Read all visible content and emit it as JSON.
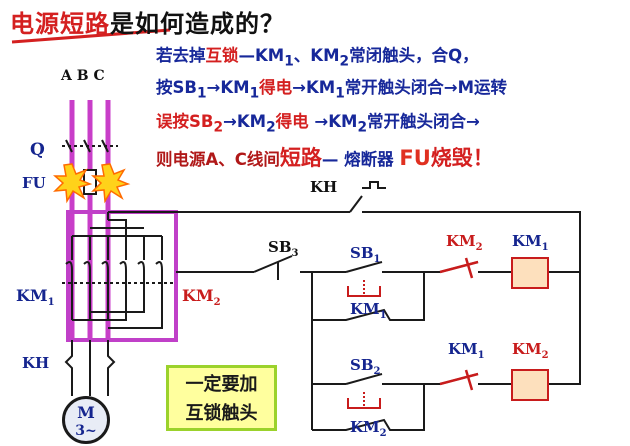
{
  "title": {
    "part1": "电源短路",
    "part2": "是如何造成的？"
  },
  "description": {
    "line1": {
      "a": "若去掉",
      "b": "互锁",
      "c": "—KM",
      "c_sub": "1",
      "d": "、KM",
      "d_sub": "2",
      "e": "常闭触头，合Q，"
    },
    "line2": {
      "a": "按SB",
      "a_sub": "1",
      "b": "→KM",
      "b_sub": "1",
      "c": "得电",
      "d": "→KM",
      "d_sub": "1",
      "e": "常开触头闭合→M运转"
    },
    "line3": {
      "a": "误按SB",
      "a_sub": "2",
      "b": "→KM",
      "b_sub": "2",
      "c": "得电",
      "d": " →KM",
      "d_sub": "2",
      "e": "常开触头闭合→"
    },
    "line4": {
      "a": "则电源A、C线间",
      "b": "短路",
      "c": "— 熔断器 ",
      "d": "FU",
      "e": "烧毁！"
    }
  },
  "labels": {
    "phases": "A B C",
    "q": "Q",
    "fu": "FU",
    "km1_left": {
      "text": "KM",
      "sub": "1"
    },
    "km2_right": {
      "text": "KM",
      "sub": "2"
    },
    "kh_left": "KH",
    "motor_m": "M",
    "motor_3": "3~",
    "kh_top": "KH",
    "sb3": {
      "text": "SB",
      "sub": "3"
    },
    "sb1": {
      "text": "SB",
      "sub": "1"
    },
    "km1_mid": {
      "text": "KM",
      "sub": "1"
    },
    "sb2": {
      "text": "SB",
      "sub": "2"
    },
    "km2_bottom": {
      "text": "KM",
      "sub": "2"
    },
    "km2_interlock": {
      "text": "KM",
      "sub": "2"
    },
    "km1_coil": {
      "text": "KM",
      "sub": "1"
    },
    "km1_interlock": {
      "text": "KM",
      "sub": "1"
    },
    "km2_coil": {
      "text": "KM",
      "sub": "2"
    }
  },
  "note": {
    "line1": "一定要加",
    "line2": "互锁触头"
  },
  "colors": {
    "power_wire": "#c83ec8",
    "frame": "#c040c8",
    "interlock_red": "#c81c1c",
    "coil_fill": "#fde0bd",
    "coil_stroke": "#c81c1c",
    "spark": "#ffd21a",
    "label_blue": "#15258f",
    "note_bg": "#ffff9e",
    "note_border": "#9bd22b"
  }
}
